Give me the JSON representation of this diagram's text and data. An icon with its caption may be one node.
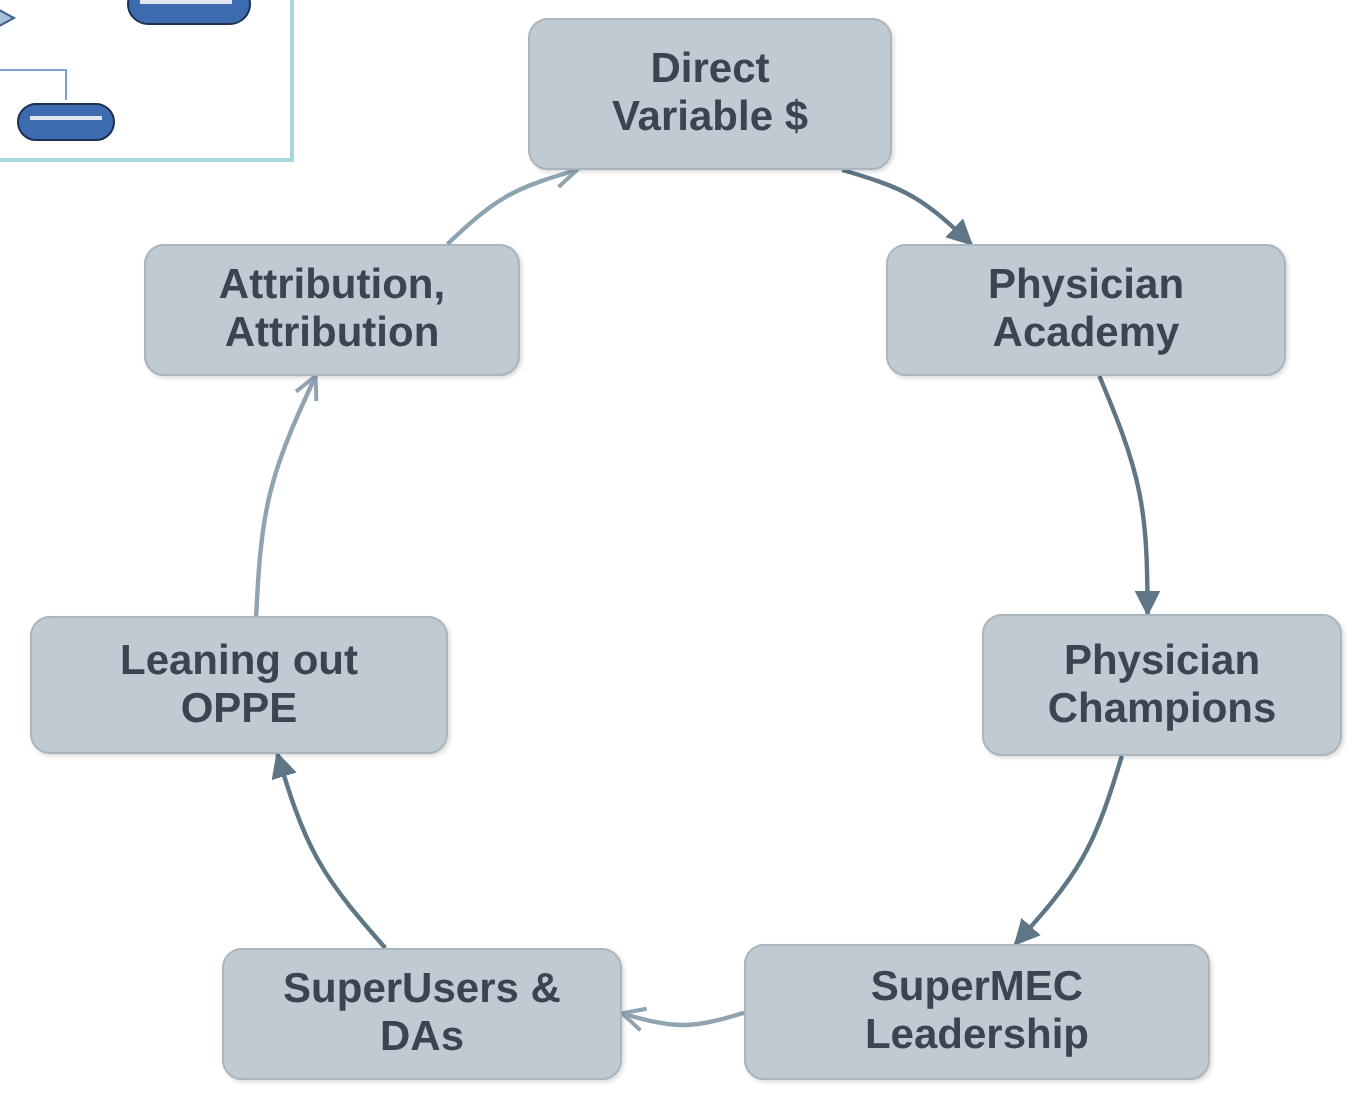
{
  "diagram": {
    "nodes": [
      {
        "text": [
          "Direct Variable $"
        ]
      },
      {
        "text": [
          "Physician Academy"
        ]
      },
      {
        "text": [
          "Physician Champions"
        ]
      },
      {
        "text": [
          "SuperMEC Leadership"
        ]
      },
      {
        "text": [
          "SuperUsers & DAs"
        ]
      },
      {
        "text": [
          "Leaning out OPPE"
        ]
      },
      {
        "text": [
          "Attribution, Attribution"
        ]
      }
    ],
    "edges": [
      {
        "from": 0,
        "to": 1,
        "arrow": "to"
      },
      {
        "from": 1,
        "to": 2,
        "arrow": "to"
      },
      {
        "from": 2,
        "to": 3,
        "arrow": "to"
      },
      {
        "from": 3,
        "to": 4,
        "arrow": "to",
        "color": "#8fa3b1"
      },
      {
        "from": 4,
        "to": 5,
        "arrow": "to"
      },
      {
        "from": 5,
        "to": 6,
        "arrow": "to",
        "color": "#8fa3b1"
      },
      {
        "from": 6,
        "to": 0,
        "arrow": "to",
        "color": "#8fa3b1"
      }
    ]
  }
}
